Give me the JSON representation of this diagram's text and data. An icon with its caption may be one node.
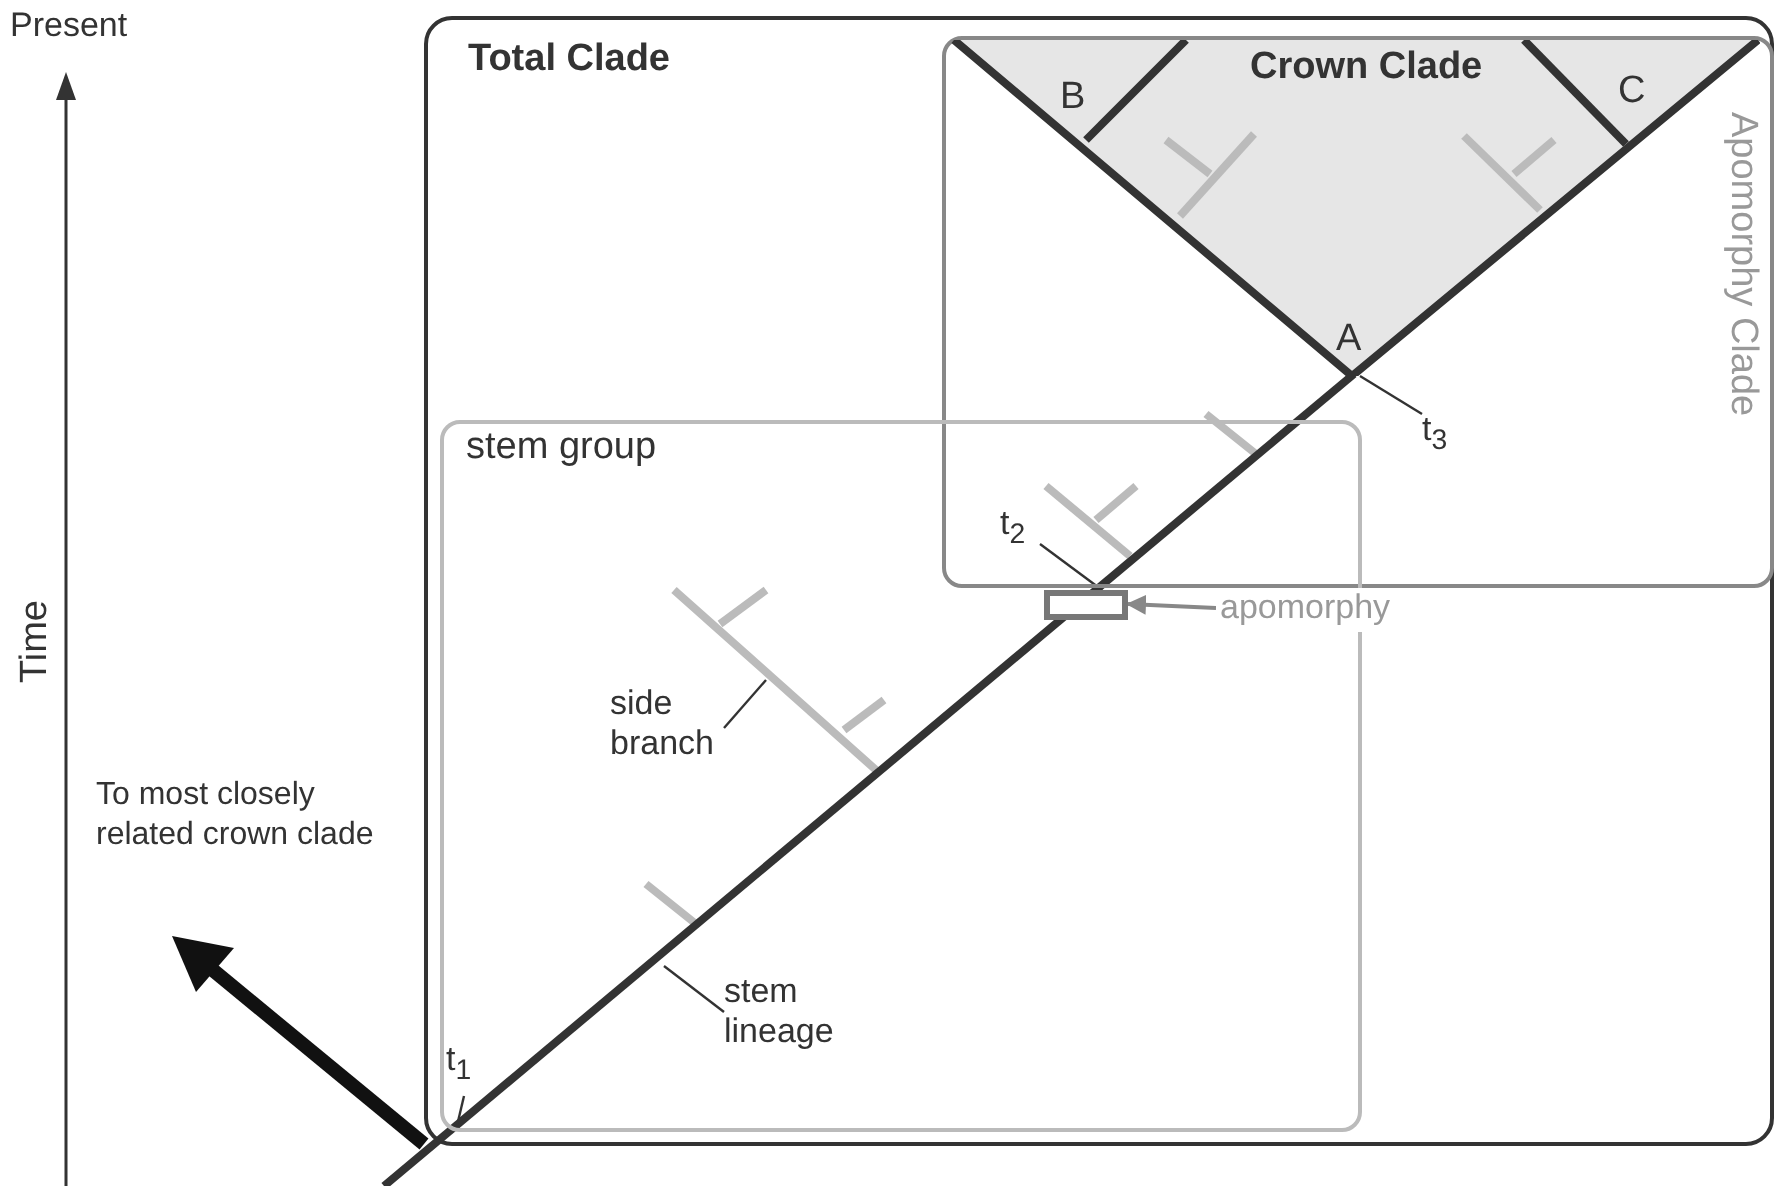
{
  "diagram": {
    "nodes": [
      {
        "text": [
          "Total Clade"
        ]
      },
      {
        "text": [
          "Apomorphy Clade"
        ],
        "in": 0
      },
      {
        "text": [
          "Crown Clade"
        ],
        "in": 1
      },
      {
        "text": [
          "stem group"
        ],
        "in": 0
      },
      {
        "text": [
          "side branch"
        ],
        "in": 3
      },
      {
        "text": [
          "stem lineage"
        ],
        "in": 3
      },
      {
        "text": [
          "apomorphy"
        ],
        "in": 0
      },
      {
        "text": [],
        "shape": "box",
        "in": 3
      },
      {
        "text": [
          "t$_{1}$"
        ],
        "in": 3
      },
      {
        "text": [
          "t$_{2}$"
        ]
      },
      {
        "text": [
          "t$_{3}$"
        ],
        "in": 1
      }
    ],
    "edges": [
      {
        "from": 4,
        "to": null,
        "arrow": "none"
      },
      {
        "from": 5,
        "to": null,
        "arrow": "none"
      },
      {
        "from": 6,
        "to": 7,
        "arrow": "to",
        "color": "#888888"
      },
      {
        "from": 8,
        "to": null,
        "arrow": "none"
      },
      {
        "from": 9,
        "to": 7,
        "arrow": "none"
      },
      {
        "from": 10,
        "to": 2,
        "arrow": "none"
      }
    ],
    "labels": [
      "Present",
      "Time",
      "To most closely related crown clade",
      "A",
      "B",
      "C"
    ]
  }
}
